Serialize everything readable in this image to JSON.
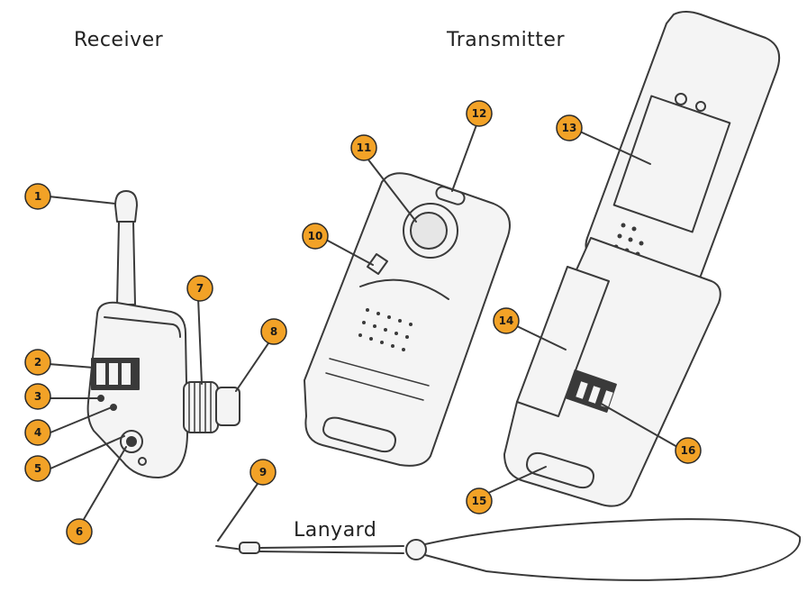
{
  "labels": {
    "receiver": "Receiver",
    "transmitter": "Transmitter",
    "lanyard": "Lanyard"
  },
  "callouts": [
    "1",
    "2",
    "3",
    "4",
    "5",
    "6",
    "7",
    "8",
    "9",
    "10",
    "11",
    "12",
    "13",
    "14",
    "15",
    "16"
  ],
  "colors": {
    "callout_fill": "#f2a227",
    "callout_stroke": "#2a2a2a",
    "line": "#3a3a3a",
    "body_fill": "#f4f4f4",
    "label_text": "#222222"
  }
}
